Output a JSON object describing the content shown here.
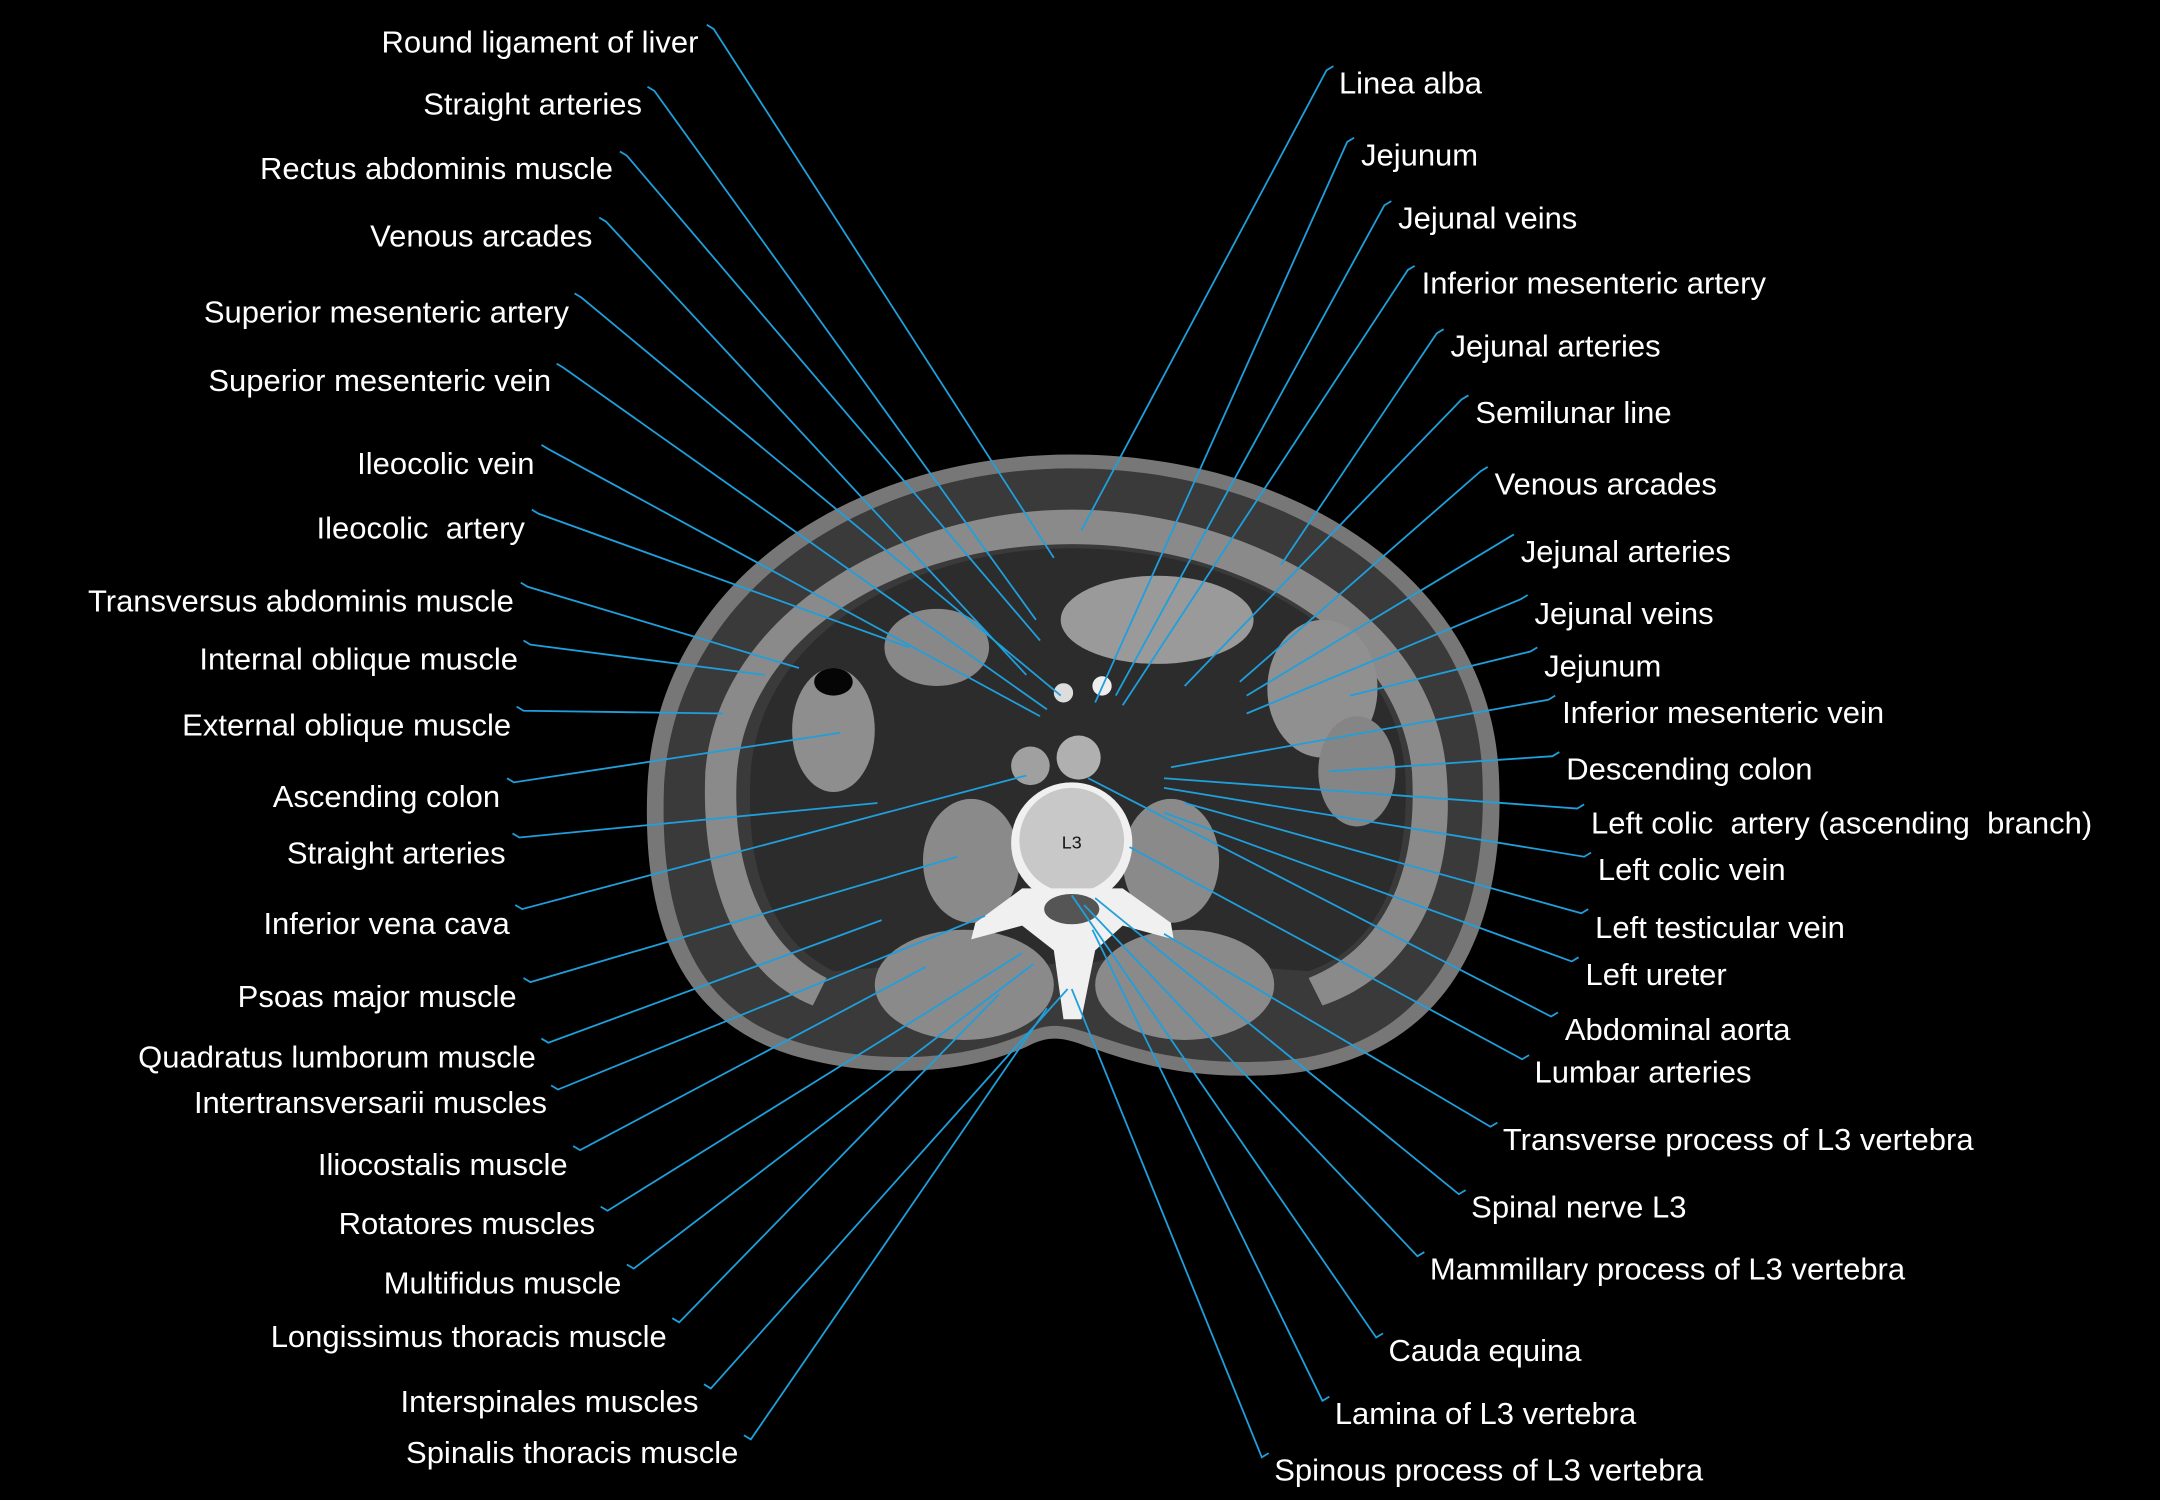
{
  "colors": {
    "background": "#000000",
    "leader_line": "#1f9fdc",
    "label_text": "#ffffff"
  },
  "image": {
    "vertebra_label": "L3"
  },
  "labels_left": [
    "Round ligament of liver",
    "Straight arteries",
    "Rectus abdominis muscle",
    "Venous arcades",
    "Superior mesenteric artery",
    "Superior mesenteric vein",
    "Ileocolic vein",
    "Ileocolic  artery",
    "Transversus abdominis muscle",
    "Internal oblique muscle",
    "External oblique muscle",
    "Ascending colon",
    "Straight arteries",
    "Inferior vena cava",
    "Psoas major muscle",
    "Quadratus lumborum muscle",
    "Intertransversarii muscles",
    "Iliocostalis muscle",
    "Rotatores muscles",
    "Multifidus muscle",
    "Longissimus thoracis muscle",
    "Interspinales muscles",
    "Spinalis thoracis muscle"
  ],
  "labels_right": [
    "Linea alba",
    "Jejunum",
    "Jejunal veins",
    "Inferior mesenteric artery",
    "Jejunal arteries",
    "Semilunar line",
    "Venous arcades",
    "Jejunal arteries",
    "Jejunal veins",
    "Jejunum",
    "Inferior mesenteric vein",
    "Descending colon",
    "Left colic  artery (ascending  branch)",
    "Left colic vein",
    "Left testicular vein",
    "Left ureter",
    "Abdominal aorta",
    "Lumbar arteries",
    "Transverse process of L3 vertebra",
    "Spinal nerve L3",
    "Mammillary process of L3 vertebra",
    "Cauda equina",
    "Lamina of L3 vertebra",
    "Spinous process of L3 vertebra"
  ]
}
